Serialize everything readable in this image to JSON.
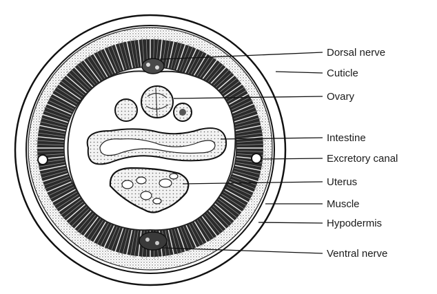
{
  "diagram": {
    "labels": [
      {
        "id": "dorsal-nerve",
        "text": "Dorsal nerve"
      },
      {
        "id": "cuticle",
        "text": "Cuticle"
      },
      {
        "id": "ovary",
        "text": "Ovary"
      },
      {
        "id": "intestine",
        "text": "Intestine"
      },
      {
        "id": "excretory-canal",
        "text": "Excretory canal"
      },
      {
        "id": "uterus",
        "text": "Uterus"
      },
      {
        "id": "muscle",
        "text": "Muscle"
      },
      {
        "id": "hypodermis",
        "text": "Hypodermis"
      },
      {
        "id": "ventral-nerve",
        "text": "Ventral nerve"
      }
    ]
  }
}
